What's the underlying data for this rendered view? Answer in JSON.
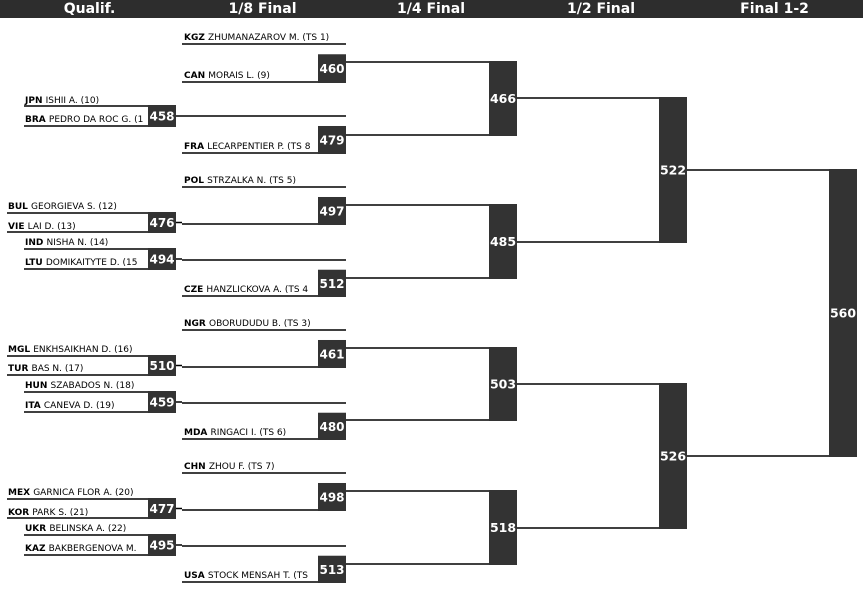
{
  "rounds": [
    "Qualif.",
    "1/8 Final",
    "1/4 Final",
    "1/2 Final",
    "Final 1-2"
  ],
  "qualification": [
    {
      "country": "JPN",
      "name": "ISHII A. (10)",
      "label_style": "plain"
    },
    {
      "country": "BRA",
      "name": "PEDRO DA ROC G. (1",
      "bout": "458"
    },
    {
      "country": "BUL",
      "name": "GEORGIEVA S. (12)",
      "label_style": "plain"
    },
    {
      "country": "VIE",
      "name": "LAI D. (13)",
      "bout": "476"
    },
    {
      "country": "IND",
      "name": "NISHA N. (14)",
      "label_style": "plain"
    },
    {
      "country": "LTU",
      "name": "DOMIKAITYTE D. (15",
      "bout": "494"
    },
    {
      "country": "MGL",
      "name": "ENKHSAIKHAN D. (16)",
      "label_style": "plain"
    },
    {
      "country": "TUR",
      "name": "BAS N. (17)",
      "bout": "510"
    },
    {
      "country": "HUN",
      "name": "SZABADOS N. (18)",
      "label_style": "plain"
    },
    {
      "country": "ITA",
      "name": "CANEVA D. (19)",
      "bout": "459"
    },
    {
      "country": "MEX",
      "name": "GARNICA FLOR A. (20)",
      "label_style": "plain"
    },
    {
      "country": "KOR",
      "name": "PARK S. (21)",
      "bout": "477"
    },
    {
      "country": "UKR",
      "name": "BELINSKA A. (22)",
      "label_style": "plain"
    },
    {
      "country": "KAZ",
      "name": "BAKBERGENOVA M.",
      "bout": "495"
    }
  ],
  "eighth_final": [
    {
      "country": "KGZ",
      "name": "ZHUMANAZAROV M. (TS 1)"
    },
    {
      "country": "CAN",
      "name": "MORAIS L. (9)"
    },
    {
      "country": "FRA",
      "name": "LECARPENTIER P. (TS 8"
    },
    {
      "country": "POL",
      "name": "STRZALKA N. (TS 5)"
    },
    {
      "country": "CZE",
      "name": "HANZLICKOVA A. (TS 4"
    },
    {
      "country": "NGR",
      "name": "OBORUDUDU B. (TS 3)"
    },
    {
      "country": "MDA",
      "name": "RINGACI I. (TS 6)"
    },
    {
      "country": "CHN",
      "name": "ZHOU F. (TS 7)"
    },
    {
      "country": "USA",
      "name": "STOCK MENSAH T. (TS"
    }
  ],
  "bouts": {
    "eighth_final": [
      "460",
      "479",
      "497",
      "512",
      "461",
      "480",
      "498",
      "513"
    ],
    "quarter_final": [
      "466",
      "485",
      "503",
      "518"
    ],
    "semi_final": [
      "522",
      "526"
    ],
    "final": [
      "560"
    ]
  },
  "colors": {
    "header_bg": "#2d2d2d",
    "box_bg": "#333333",
    "line": "#000000",
    "text": "#000000",
    "box_text": "#ffffff"
  }
}
